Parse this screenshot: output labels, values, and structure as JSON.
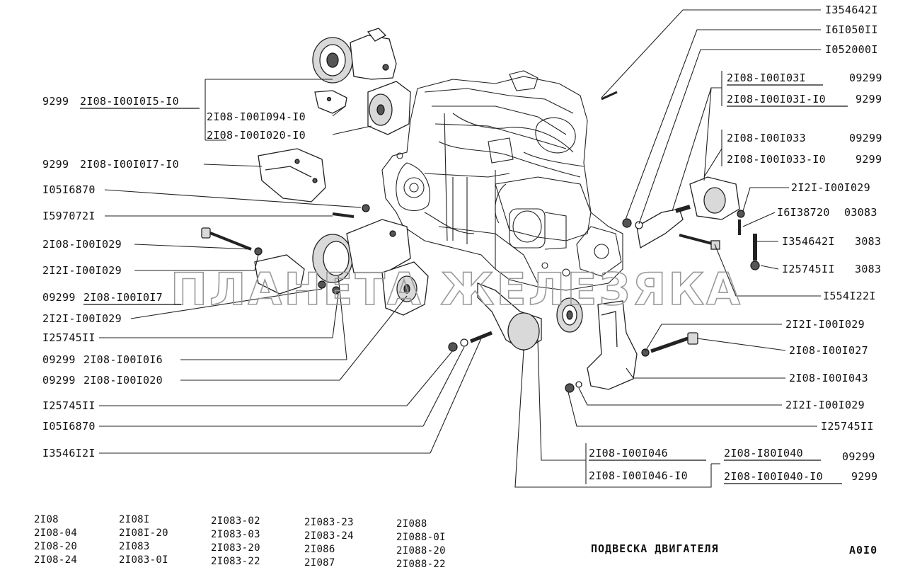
{
  "diagram": {
    "title": "ПОДВЕСКА ДВИГАТЕЛЯ",
    "page_code": "A0I0",
    "watermark": "ПЛАНЕТА ЖЕЛЕЗЯКА"
  },
  "labels_left": [
    {
      "prefix": "9299",
      "code": "2I08-I00I0I5-I0",
      "underlined": true
    },
    {
      "prefix": "",
      "code": "2I08-I00I094-I0",
      "underlined": false
    },
    {
      "prefix": "",
      "code": "2I08-I00I020-I0",
      "underlined": false
    },
    {
      "prefix": "9299",
      "code": "2I08-I00I0I7-I0",
      "underlined": false
    },
    {
      "prefix": "",
      "code": "I05I6870",
      "underlined": false
    },
    {
      "prefix": "",
      "code": "I597072I",
      "underlined": false
    },
    {
      "prefix": "",
      "code": "2I08-I00I029",
      "underlined": false
    },
    {
      "prefix": "",
      "code": "2I2I-I00I029",
      "underlined": false
    },
    {
      "prefix": "09299",
      "code": "2I08-I00I0I7",
      "underlined": true
    },
    {
      "prefix": "",
      "code": "2I2I-I00I029",
      "underlined": false
    },
    {
      "prefix": "",
      "code": "I25745II",
      "underlined": false
    },
    {
      "prefix": "09299",
      "code": "2I08-I00I0I6",
      "underlined": false
    },
    {
      "prefix": "09299",
      "code": "2I08-I00I020",
      "underlined": false
    },
    {
      "prefix": "",
      "code": "I25745II",
      "underlined": false
    },
    {
      "prefix": "",
      "code": "I05I6870",
      "underlined": false
    },
    {
      "prefix": "",
      "code": "I3546I2I",
      "underlined": false
    }
  ],
  "labels_right": [
    {
      "code": "I354642I",
      "suffix": ""
    },
    {
      "code": "I6I050II",
      "suffix": ""
    },
    {
      "code": "I052000I",
      "suffix": ""
    },
    {
      "code": "2I08-I00I03I",
      "suffix": "09299",
      "underlined": true
    },
    {
      "code": "2I08-I00I03I-I0",
      "suffix": "9299",
      "underlined": true
    },
    {
      "code": "2I08-I00I033",
      "suffix": "09299"
    },
    {
      "code": "2I08-I00I033-I0",
      "suffix": "9299"
    },
    {
      "code": "2I2I-I00I029",
      "suffix": ""
    },
    {
      "code": "I6I38720",
      "suffix": "03083"
    },
    {
      "code": "I354642I",
      "suffix": "3083"
    },
    {
      "code": "I25745II",
      "suffix": "3083"
    },
    {
      "code": "I554I22I",
      "suffix": ""
    },
    {
      "code": "2I2I-I00I029",
      "suffix": ""
    },
    {
      "code": "2I08-I00I027",
      "suffix": ""
    },
    {
      "code": "2I08-I00I043",
      "suffix": ""
    },
    {
      "code": "2I2I-I00I029",
      "suffix": ""
    },
    {
      "code": "I25745II",
      "suffix": ""
    }
  ],
  "labels_bottom": [
    {
      "code": "2I08-I00I046",
      "suffix": ""
    },
    {
      "code": "2I08-I00I046-I0",
      "suffix": ""
    },
    {
      "code": "2I08-I80I040",
      "suffix": "09299"
    },
    {
      "code": "2I08-I00I040-I0",
      "suffix": "9299"
    }
  ],
  "models": [
    [
      "2I08",
      "2I08-04",
      "2I08-20",
      "2I08-24"
    ],
    [
      "2I08I",
      "2I08I-20",
      "2I083",
      "2I083-0I"
    ],
    [
      "2I083-02",
      "2I083-03",
      "2I083-20",
      "2I083-22"
    ],
    [
      "2I083-23",
      "2I083-24",
      "2I086",
      "2I087"
    ],
    [
      "2I088",
      "2I088-0I",
      "2I088-20",
      "2I088-22"
    ]
  ]
}
